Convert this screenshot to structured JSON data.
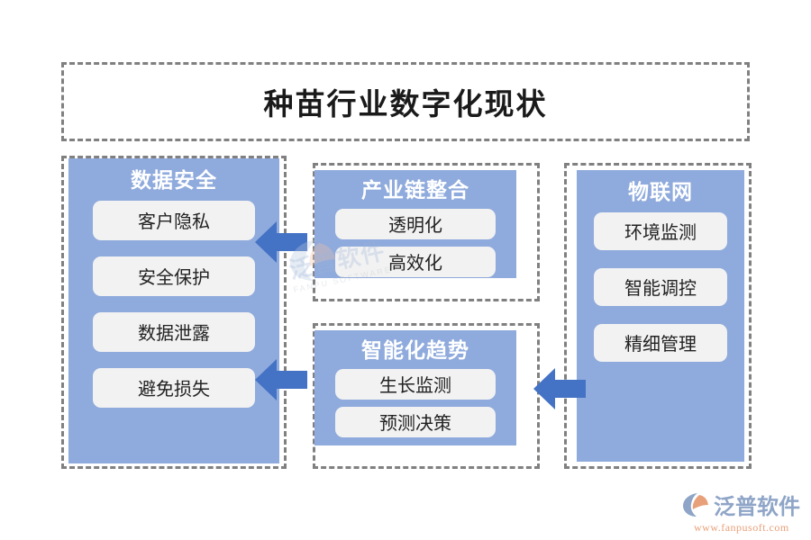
{
  "title": "种苗行业数字化现状",
  "accent_colors": {
    "panel_blue": "#8FAADC",
    "arrow_blue": "#4472C4",
    "pill_gray": "#F2F2F2",
    "dash_gray": "#808080"
  },
  "groups": {
    "left": {
      "heading": "数据安全",
      "items": [
        {
          "label": "客户隐私"
        },
        {
          "label": "安全保护"
        },
        {
          "label": "数据泄露"
        },
        {
          "label": "避免损失"
        }
      ]
    },
    "mid_top": {
      "heading": "产业链整合",
      "items": [
        {
          "label": "透明化"
        },
        {
          "label": "高效化"
        }
      ]
    },
    "mid_bottom": {
      "heading": "智能化趋势",
      "items": [
        {
          "label": "生长监测"
        },
        {
          "label": "预测决策"
        }
      ]
    },
    "right": {
      "heading": "物联网",
      "items": [
        {
          "label": "环境监测"
        },
        {
          "label": "智能调控"
        },
        {
          "label": "精细管理"
        }
      ]
    }
  },
  "arrows": [
    {
      "name": "arrow-industry-to-security",
      "direction": "left"
    },
    {
      "name": "arrow-intelligence-to-security",
      "direction": "left"
    },
    {
      "name": "arrow-iot-to-intelligence",
      "direction": "left"
    }
  ],
  "watermark": {
    "cn": "泛普软件",
    "en": "FANPU SOFTWARE"
  },
  "logo": {
    "cn": "泛普软件",
    "url": "www.fanpusoft.com"
  }
}
